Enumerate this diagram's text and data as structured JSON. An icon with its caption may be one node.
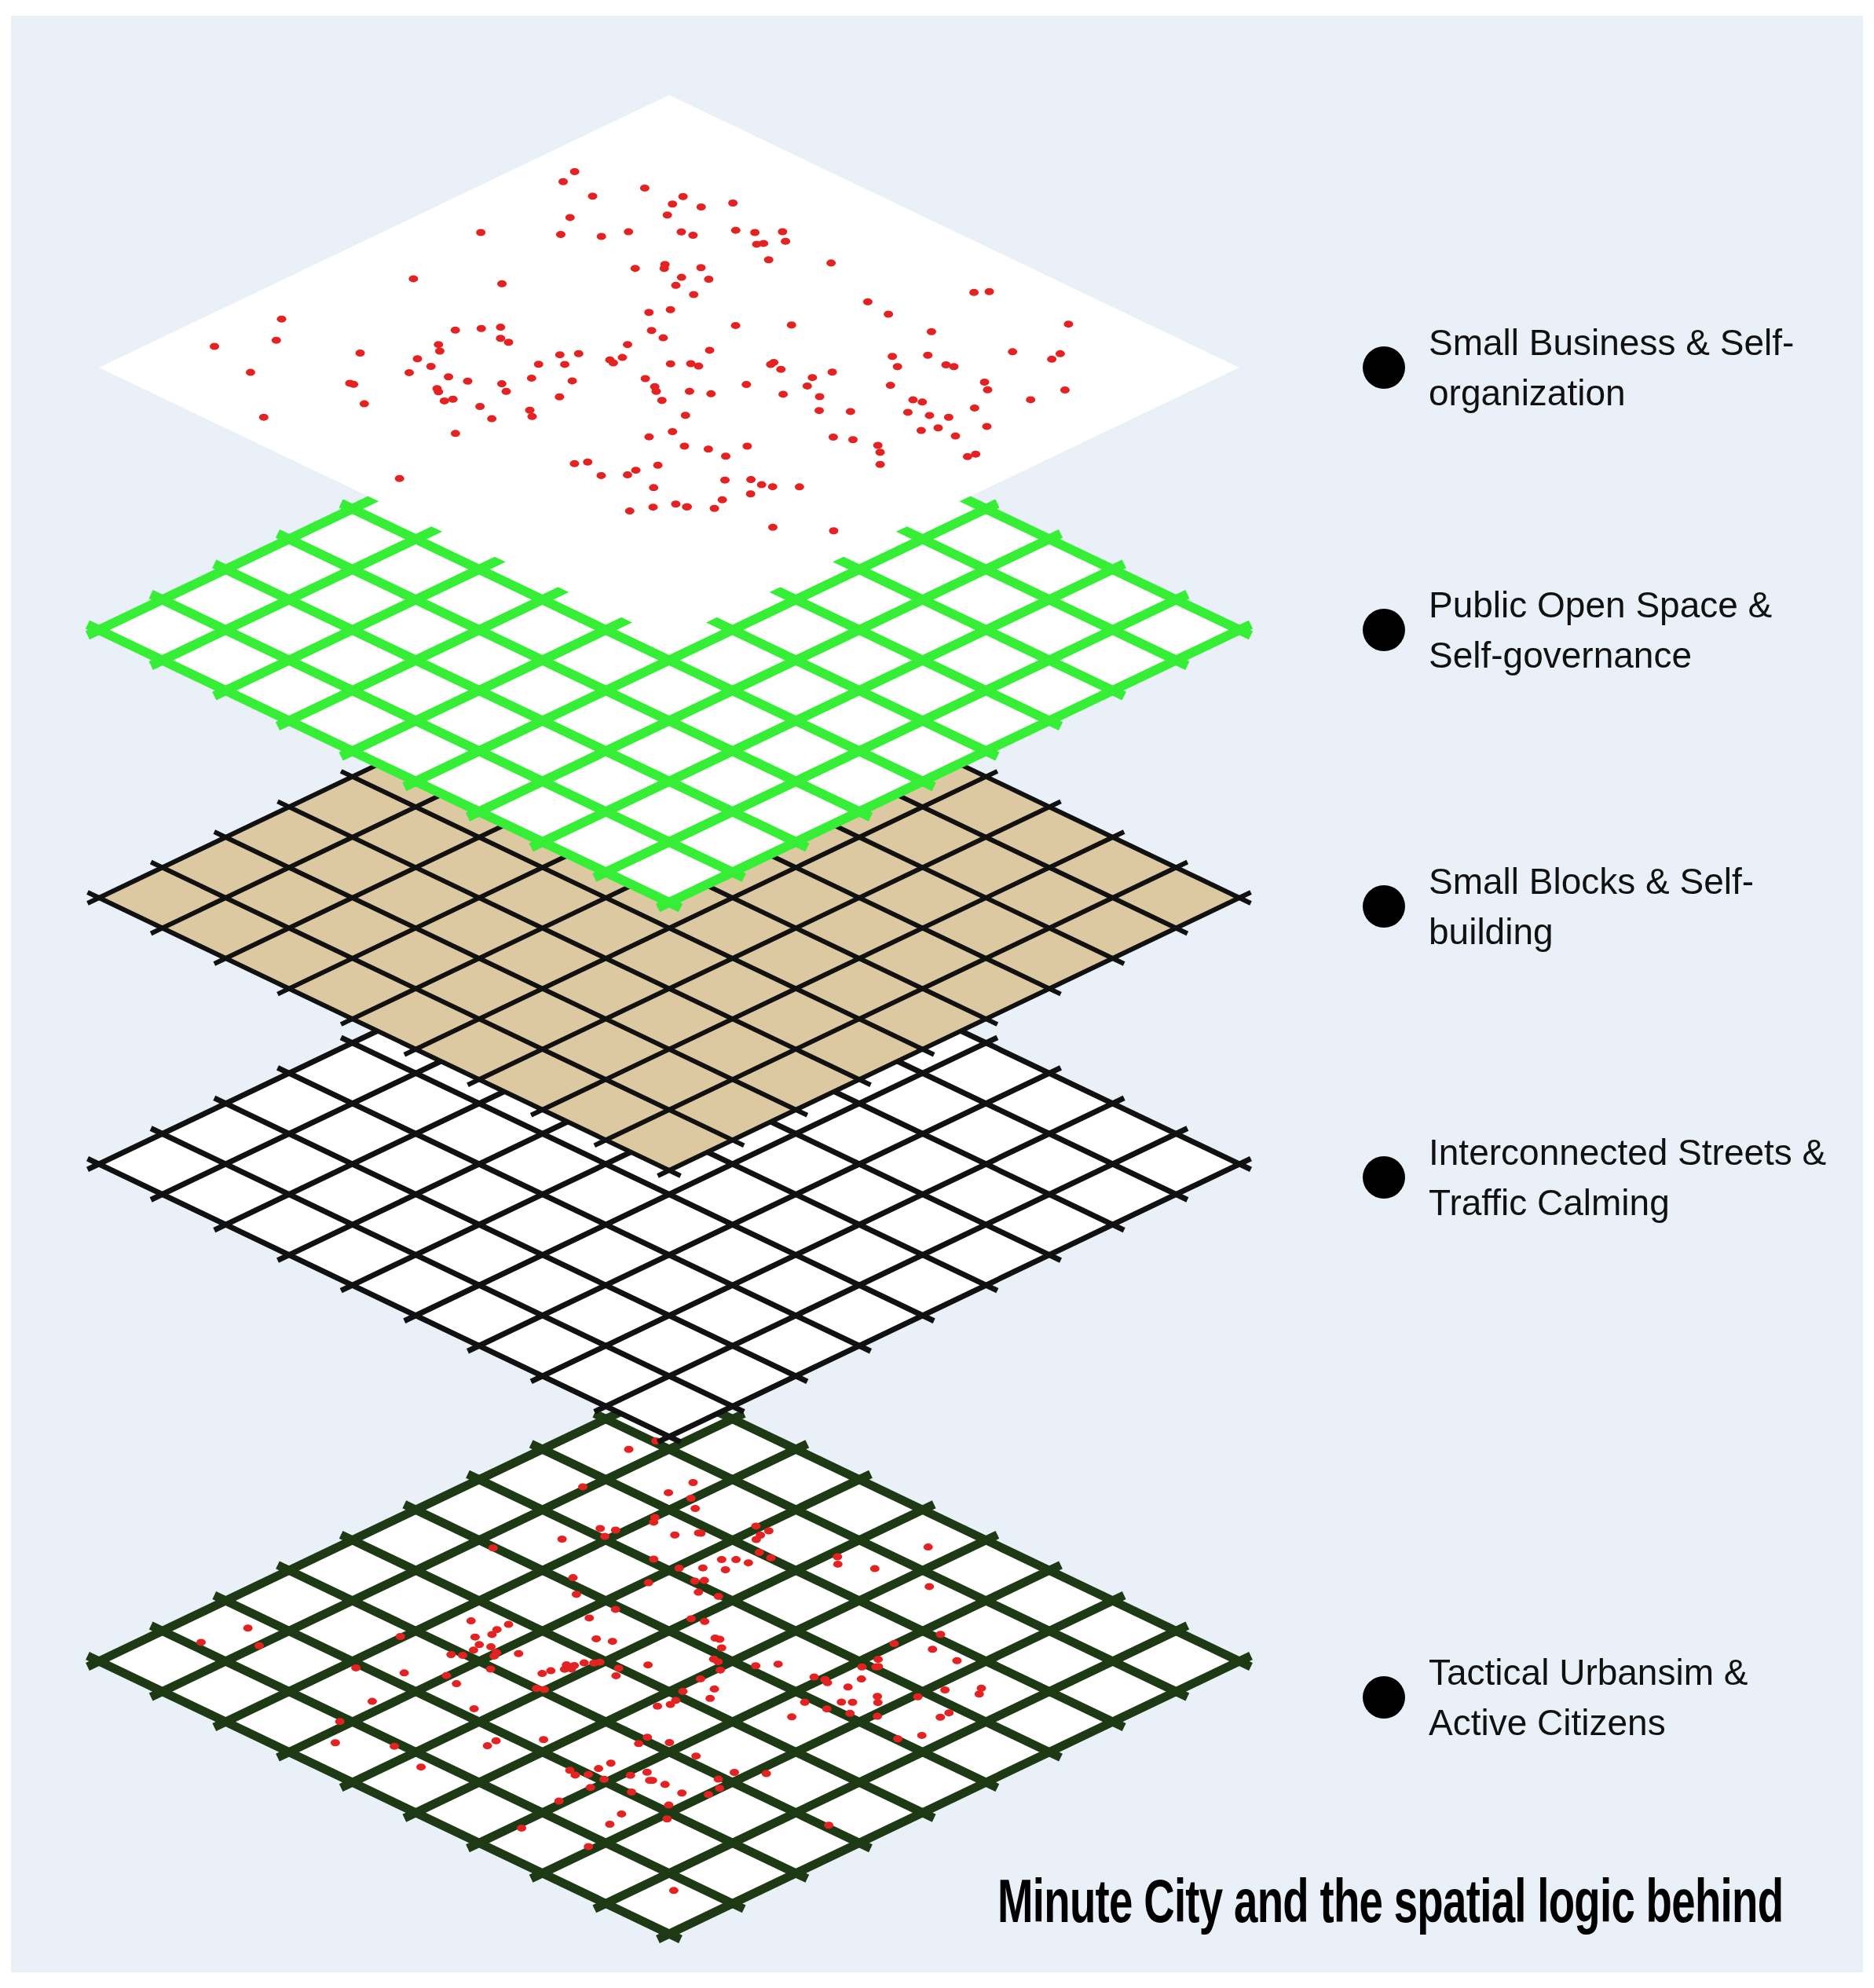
{
  "diagram": {
    "title": "Minute City and the spatial logic behind",
    "labels": [
      "Small Business & Self-organization",
      "Public Open Space & Self-governance",
      "Small Blocks & Self-building",
      "Interconnected Streets & Traffic Calming",
      "Tactical Urbansim & Active Citizens"
    ]
  }
}
